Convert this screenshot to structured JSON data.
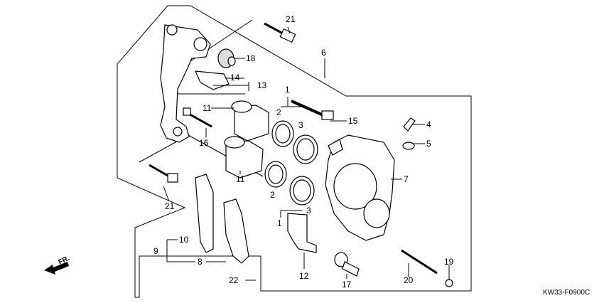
{
  "diagram": {
    "code": "KW33-F0900C",
    "fr_label": "FR.",
    "callouts": {
      "c1a": "1",
      "c1b": "1",
      "c2a": "2",
      "c2b": "2",
      "c3a": "3",
      "c3b": "3",
      "c4": "4",
      "c5": "5",
      "c6": "6",
      "c7": "7",
      "c8": "8",
      "c9": "9",
      "c10": "10",
      "c11a": "11",
      "c11b": "11",
      "c12": "12",
      "c13": "13",
      "c14": "14",
      "c15": "15",
      "c16": "16",
      "c17": "17",
      "c18": "18",
      "c19": "19",
      "c20": "20",
      "c21a": "21",
      "c21b": "21",
      "c22": "22"
    }
  }
}
